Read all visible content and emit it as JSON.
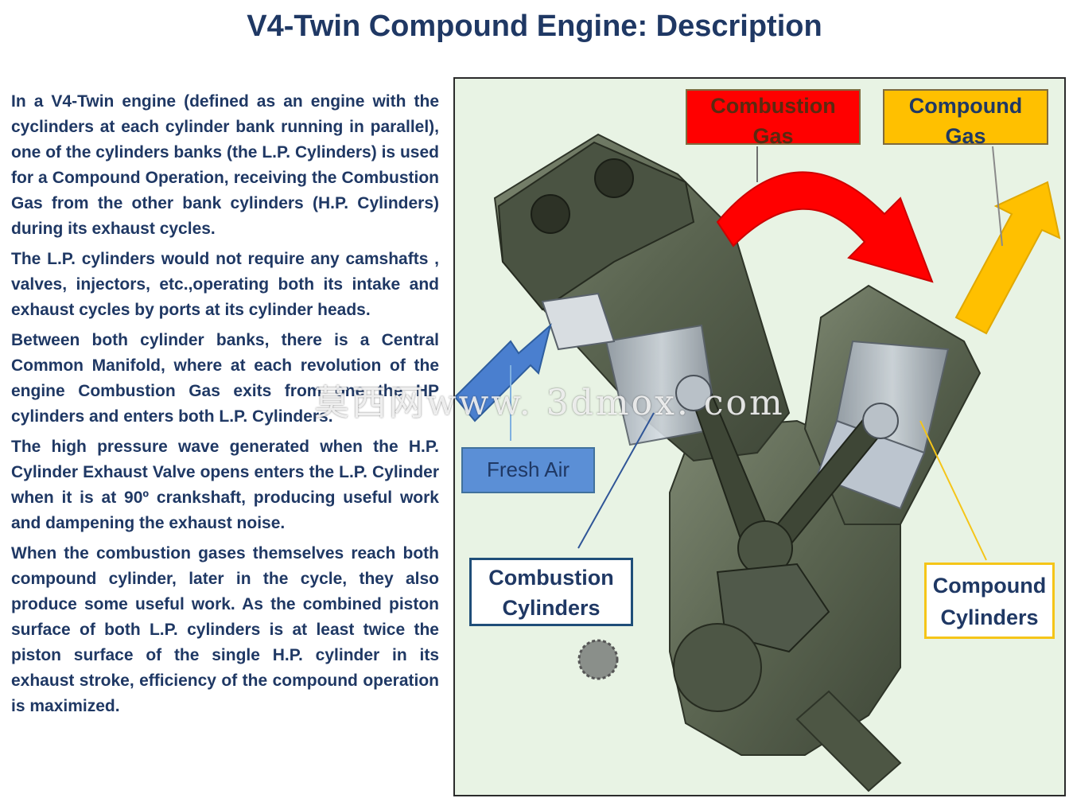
{
  "title": "V4-Twin Compound Engine: Description",
  "paragraphs": [
    "In a V4-Twin engine (defined as an engine with the cyclinders at each cylinder bank running in parallel), one of  the cylinders banks (the L.P. Cylinders) is used for a Compound Operation, receiving the Combustion Gas from the other bank  cylinders (H.P. Cylinders) during its exhaust cycles.",
    "The L.P. cylinders would not require any camshafts , valves, injectors, etc.,operating both its intake and exhaust cycles by ports at its cylinder heads.",
    "Between both cylinder banks, there is a Central Common Manifold, where at each revolution of the engine Combustion Gas exits from one the HP cylinders and enters both L.P. Cylinders.",
    "The high pressure wave generated when the H.P. Cylinder Exhaust Valve opens enters the L.P. Cylinder when it is at 90º crankshaft, producing useful work and dampening the exhaust noise.",
    "When the combustion gases themselves reach both compound cylinder, later in the cycle, they also produce some useful work. As the combined piston surface of both L.P. cylinders is at least twice the piston surface of the single H.P.  cylinder in its exhaust stroke, efficiency of the compound operation is maximized."
  ],
  "diagram": {
    "labels": {
      "combustion_gas": [
        "Combustion",
        "Gas"
      ],
      "compound_gas": [
        "Compound",
        "Gas"
      ],
      "fresh_air": "Fresh Air",
      "combustion_cylinders": [
        "Combustion",
        "Cylinders"
      ],
      "compound_cylinders": [
        "Compound",
        "Cylinders"
      ]
    },
    "colors": {
      "combustion_gas": "#ff0000",
      "compound_gas": "#ffc000",
      "fresh_air": "#5b8fd6",
      "engine_body": "#5a6450",
      "background": "#e8f3e4"
    }
  },
  "watermark": "莫西网www. 3dmox. com"
}
